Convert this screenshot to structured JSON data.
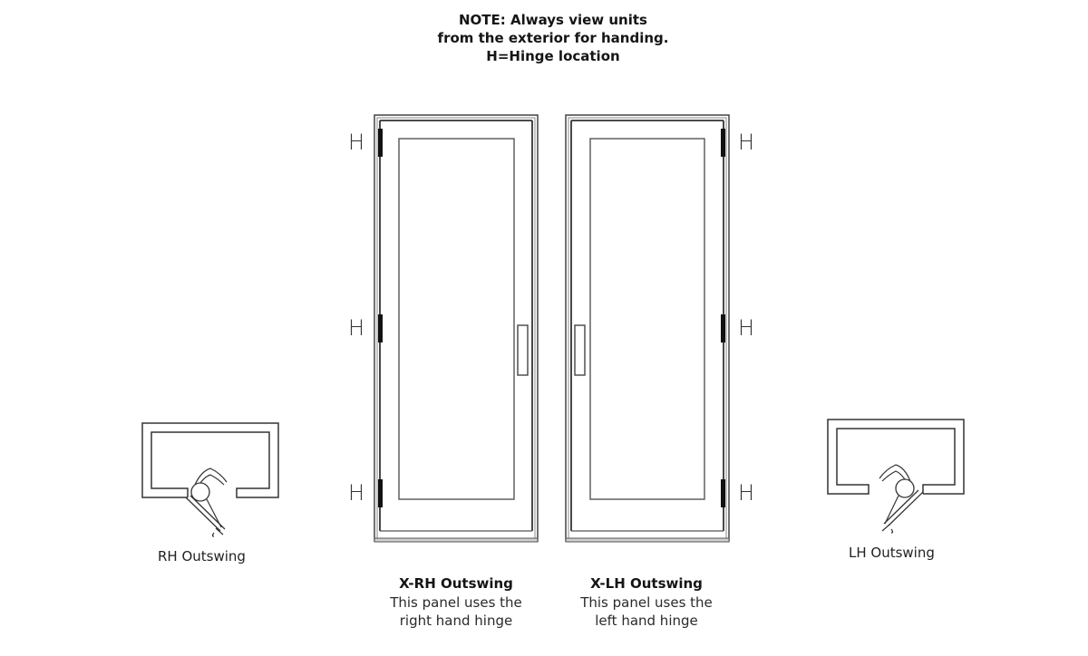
{
  "note": {
    "line1": "NOTE:  Always view units",
    "line2": "from the exterior for handing.",
    "line3": "H=Hinge location"
  },
  "hinge_marker": "H",
  "plans": {
    "left": {
      "label": "RH Outswing"
    },
    "right": {
      "label": "LH Outswing"
    }
  },
  "doors": {
    "left": {
      "title": "X-RH Outswing",
      "desc_line1": "This panel uses the",
      "desc_line2": "right hand hinge"
    },
    "right": {
      "title": "X-LH Outswing",
      "desc_line1": "This panel uses the",
      "desc_line2": "left hand hinge"
    }
  },
  "colors": {
    "line": "#333333",
    "hinge": "#111111",
    "frame_light": "#9a9a9a"
  }
}
